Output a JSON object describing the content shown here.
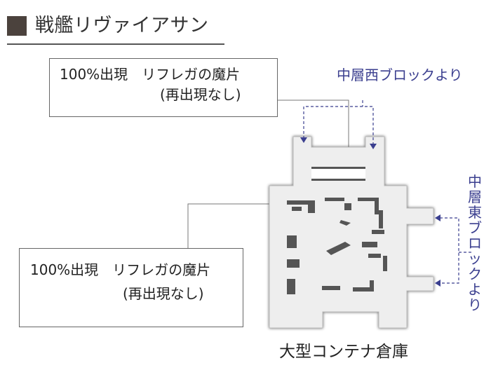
{
  "header": {
    "title": "戦艦リヴァイアサン"
  },
  "callouts": [
    {
      "line1": "100%出現　リフレガの魔片",
      "line2": "(再出現なし)"
    },
    {
      "line1": "100%出現　リフレガの魔片",
      "line2": "(再出現なし)"
    }
  ],
  "connections": {
    "west": "中層西ブロックより",
    "east": "中層東ブロックより"
  },
  "area": {
    "name": "大型コンテナ倉庫"
  },
  "colors": {
    "accent": "#3b3f8f",
    "header_square": "#4b423d",
    "floor": "#eeeeee",
    "wall": "#555555"
  }
}
